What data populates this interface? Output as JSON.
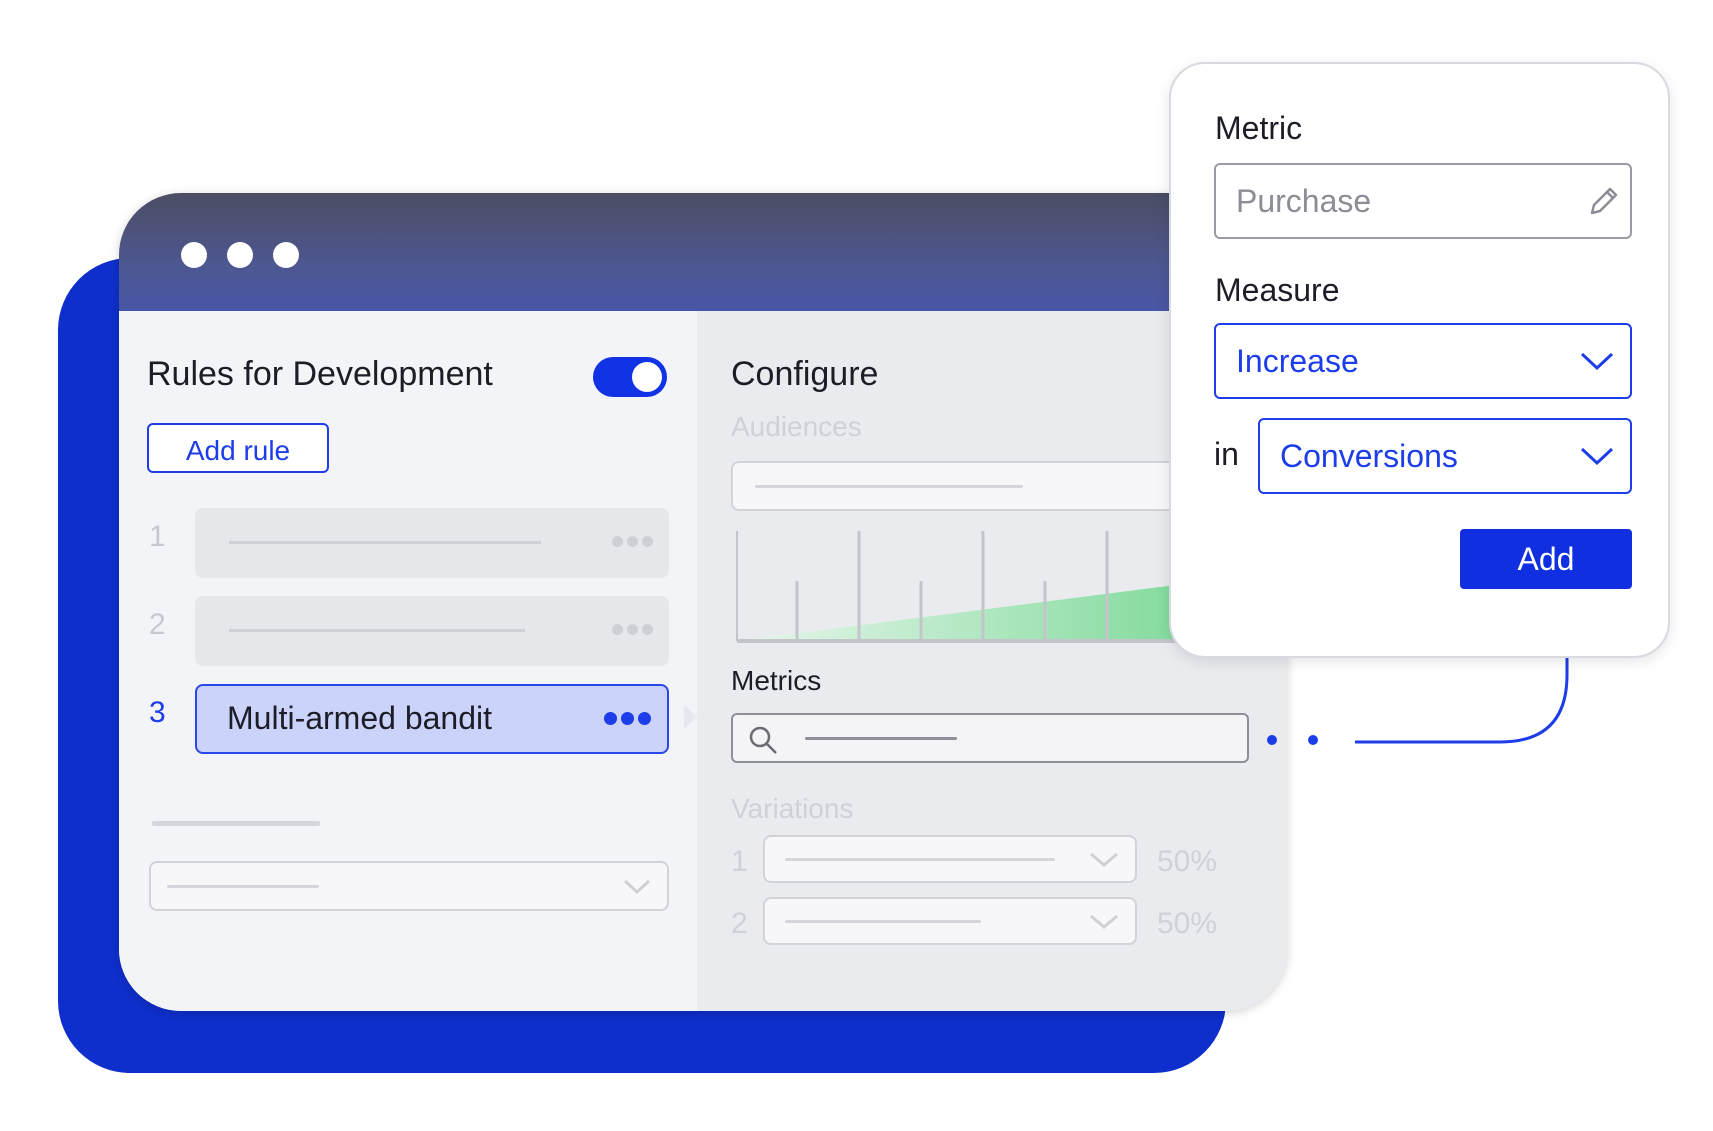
{
  "left_pane": {
    "title": "Rules for Development",
    "add_rule_label": "Add rule",
    "rules": [
      {
        "num": "1",
        "label": ""
      },
      {
        "num": "2",
        "label": ""
      },
      {
        "num": "3",
        "label": "Multi-armed bandit"
      }
    ]
  },
  "right_pane": {
    "title": "Configure",
    "audiences_label": "Audiences",
    "metrics_label": "Metrics",
    "variations_label": "Variations",
    "variations": [
      {
        "num": "1",
        "percent": "50%"
      },
      {
        "num": "2",
        "percent": "50%"
      }
    ]
  },
  "popup": {
    "metric_label": "Metric",
    "metric_placeholder": "Purchase",
    "measure_label": "Measure",
    "measure_value": "Increase",
    "in_label": "in",
    "in_value": "Conversions",
    "add_label": "Add"
  },
  "colors": {
    "accent": "#1c3de8",
    "back_shape": "#0f2fcc",
    "chart_fill": "#7fd99a"
  },
  "icons": [
    "pencil-icon",
    "chevron-down-icon",
    "search-icon",
    "more-icon"
  ]
}
